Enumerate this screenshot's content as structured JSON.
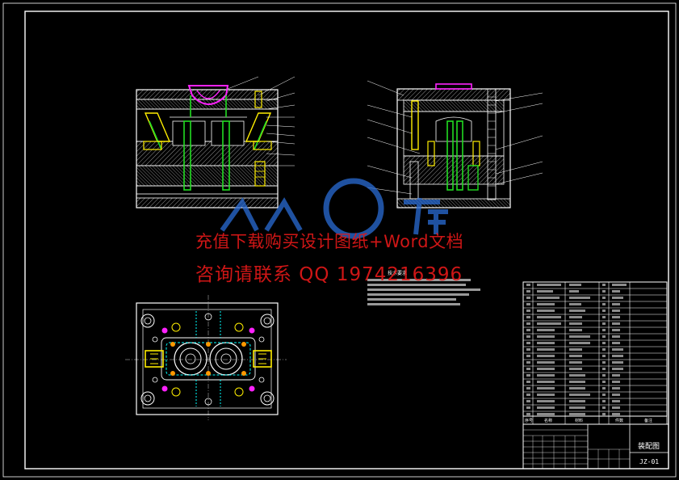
{
  "watermark": {
    "line1": "充值下载购买设计图纸+Word文档",
    "line2": "咨询请联系 QQ 1974216396"
  },
  "title_block": {
    "drawing_name": "装配图",
    "drawing_number": "JZ-01",
    "header": [
      "序号",
      "名称",
      "材料",
      "件数",
      "备注"
    ]
  },
  "tech_requirements": {
    "heading": "技术要求"
  },
  "colors": {
    "background": "#000000",
    "line": "#ffffff",
    "green": "#22dd22",
    "yellow": "#ffee00",
    "magenta": "#ff22ff",
    "cyan": "#00ffff",
    "orange": "#ff9900",
    "red": "#e01818",
    "logo": "#2a6cd6"
  }
}
